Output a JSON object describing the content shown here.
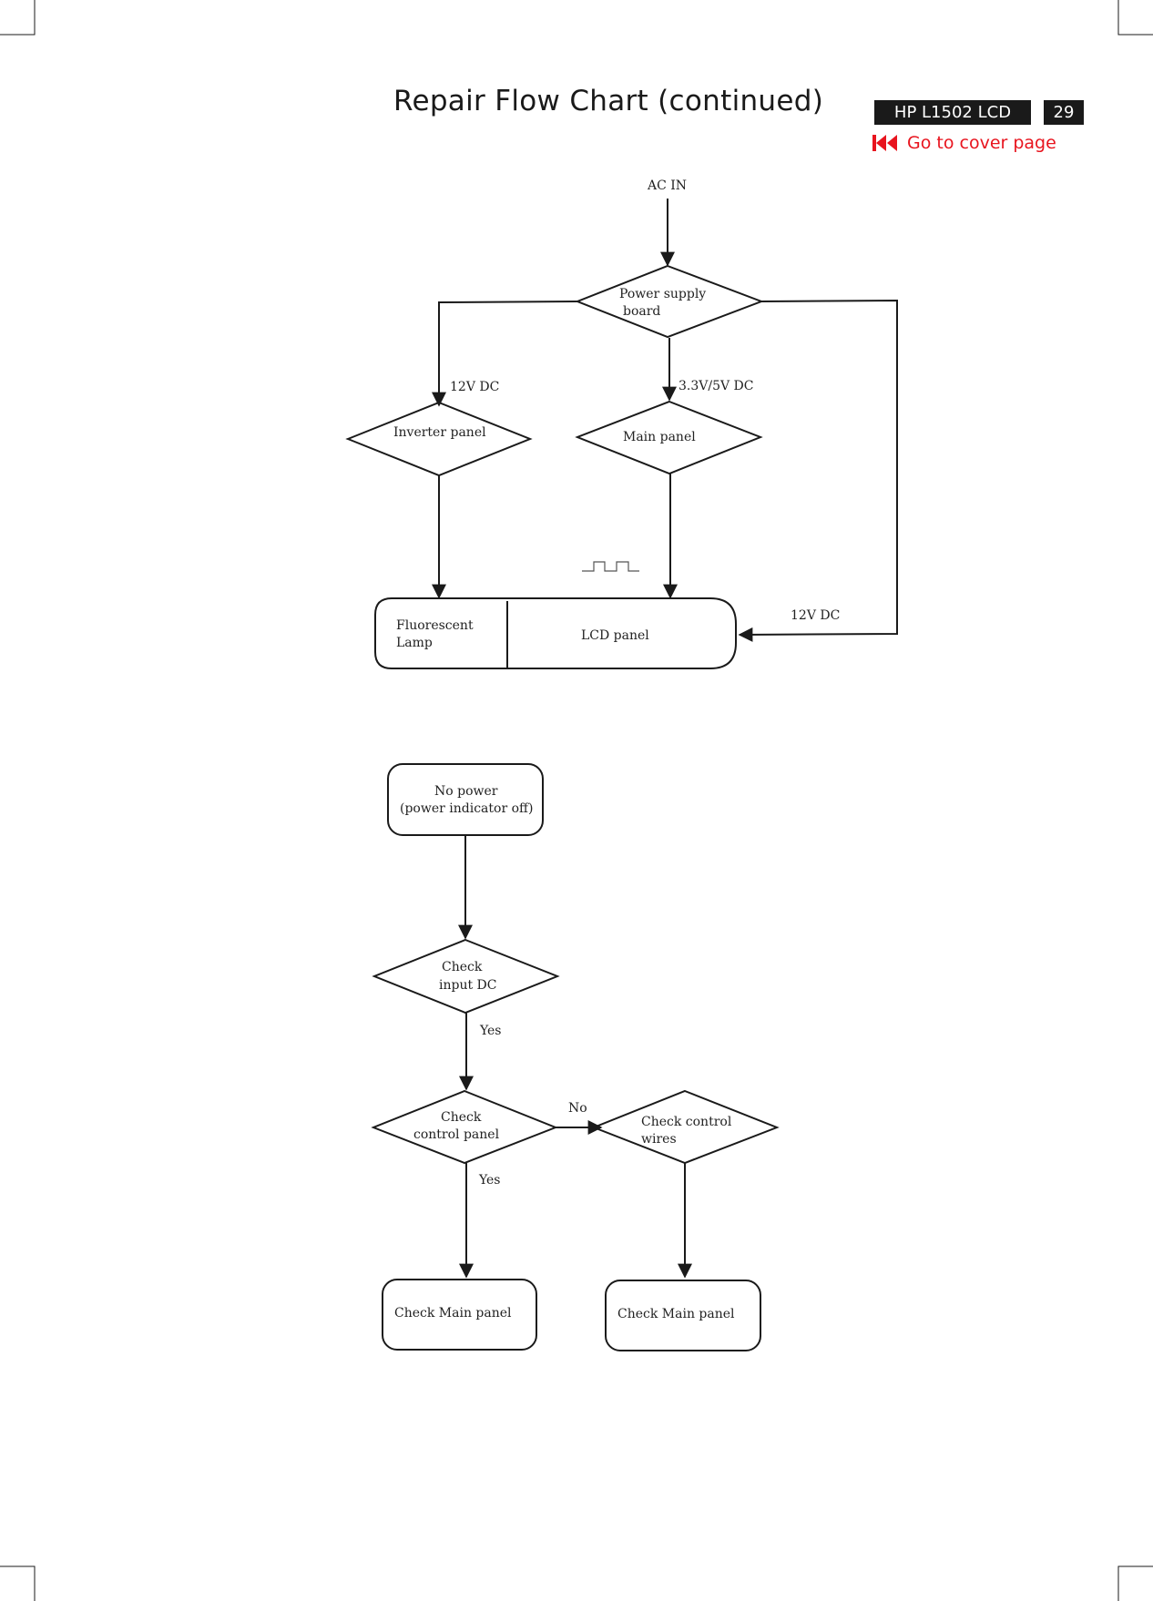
{
  "header": {
    "title": "Repair Flow Chart (continued)",
    "model": "HP L1502 LCD",
    "page_number": "29",
    "cover_link": "Go to cover page",
    "cover_icon": "rewind-icon",
    "accent_color": "#e8141e"
  },
  "diagram1": {
    "ac_in": "AC IN",
    "power_supply_line1": "Power supply",
    "power_supply_line2": "board",
    "label_12v_left": "12V DC",
    "label_33v": "3.3V/5V DC",
    "inverter": "Inverter panel",
    "main_panel": "Main panel",
    "lamp_line1": "Fluorescent",
    "lamp_line2": "Lamp",
    "lcd_panel": "LCD panel",
    "label_12v_right": "12V DC",
    "signal_icon": "square-wave-icon"
  },
  "diagram2": {
    "no_power_line1": "No power",
    "no_power_line2": "(power indicator off)",
    "check_input_line1": "Check",
    "check_input_line2": "input  DC",
    "yes1": "Yes",
    "check_control_line1": "Check",
    "check_control_line2": "control panel",
    "no": "No",
    "check_wires_line1": "Check control",
    "check_wires_line2": "wires",
    "yes2": "Yes",
    "check_main_left": "Check Main panel",
    "check_main_right": "Check Main panel"
  }
}
